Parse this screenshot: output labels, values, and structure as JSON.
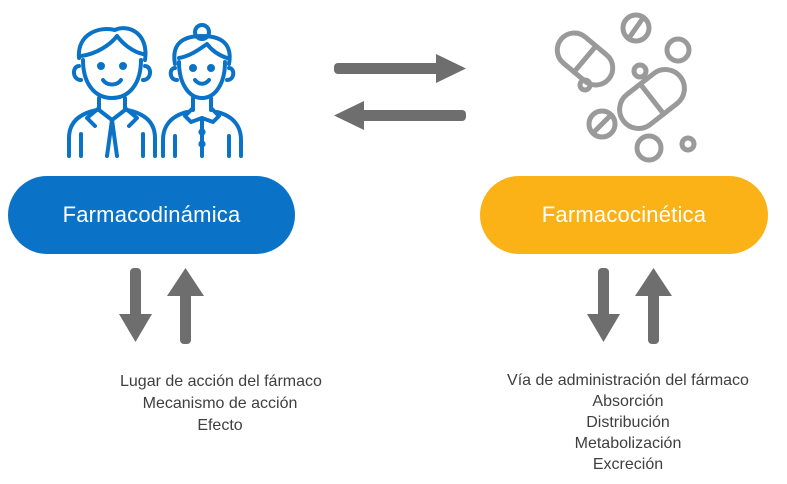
{
  "colors": {
    "blue": "#0a73c7",
    "orange": "#fbb216",
    "gray": "#6e6e6e",
    "icon_gray": "#9a9a9a",
    "text": "#3f3f3f"
  },
  "pharmacodynamics": {
    "label": "Farmacodinámica",
    "items": [
      "Lugar de acción del fármaco",
      "Mecanismo de acción",
      "Efecto"
    ]
  },
  "pharmacokinetics": {
    "label": "Farmacocinética",
    "items": [
      "Vía de administración del fármaco",
      "Absorción",
      "Distribución",
      "Metabolización",
      "Excreción"
    ]
  }
}
